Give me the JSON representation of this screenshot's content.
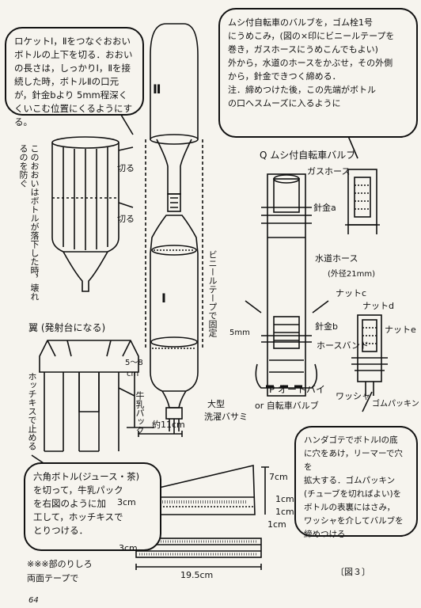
{
  "bubble_left": {
    "lines": [
      "ロケットⅠ，Ⅱをつなぐおおい",
      "ボトルの上下を切る．おおい",
      "の長さは，しっかりⅠ，Ⅱを接",
      "続した時，ボトルⅡの口元",
      "が，針金bより 5mm程深く",
      "くいこむ位置にくるようにする。"
    ]
  },
  "bubble_right": {
    "lines": [
      "ムシ付自転車のバルブを，ゴム栓1号",
      "にうめこみ，(図の×印にビニールテープを",
      "巻き，ガスホースにうめこんでもよい)",
      "外から，水道のホースをかぶせ，その外側",
      "から，針金できつく締める．",
      "注．締めつけた後，この先端がボトル",
      "の口へスムーズに入るように"
    ]
  },
  "bubble_bottom_left": {
    "lines": [
      "六角ボトル(ジュース・茶)",
      "を切って，牛乳パック",
      "を右図のように加",
      "工して，ホッチキスで",
      "とりつける．"
    ]
  },
  "bubble_bottom_right": {
    "lines": [
      "ハンダゴテでボトルⅠの底",
      "に穴をあけ，リーマーで穴を",
      "拡大する．ゴムパッキン",
      "(チューブを切ればよい)を",
      "ボトルの表裏にはさみ，",
      "ワッシャを介してバルブを",
      "締めつける"
    ]
  },
  "labels": {
    "roman_two": "Ⅱ",
    "roman_one": "Ⅰ",
    "cut_top": "切る",
    "cut_bottom": "切る",
    "wings": "翼 (発射台になる)",
    "q_label": "Q ムシ付自転車バルブ",
    "gas_hose": "ガスホース",
    "wire_a": "針金a",
    "water_hose": "水道ホース",
    "water_hose_size": "(外径21mm)",
    "nut_c": "ナットc",
    "nut_d": "ナットd",
    "nut_e": "ナットe",
    "wire_b": "針金b",
    "hose_band": "ホースバンド",
    "five_mm": "5mm",
    "p_label": "P オートバイ",
    "p_label2": "or 自転車バルブ",
    "washer": "ワッシャ",
    "rubber_packing": "ゴムパッキン",
    "large": "大型",
    "clothespin": "洗濯バサミ",
    "approx_11cm": "約11cm",
    "size_5_8": "5～8",
    "size_cm": "cm",
    "dim_7cm": "7cm",
    "dim_3cm_a": "3cm",
    "dim_1cm_a": "1cm",
    "dim_1cm_b": "1cm",
    "dim_1cm_c": "1cm",
    "dim_3cm_b": "3cm",
    "dim_19_5cm": "19.5cm",
    "hatched_note_1": "※※※部のりしろ",
    "hatched_note_2": "両面テープで",
    "figure_label": "〔図３〕",
    "page_number": "64"
  },
  "vertical_labels": {
    "note_cover": "このおおいはボトルが落下した時，壊れるのを防ぐ",
    "vinyl_tape": "ビニールテープで固定",
    "stapler": "ホッチキスで止める",
    "milk_pack": "牛乳パック"
  }
}
